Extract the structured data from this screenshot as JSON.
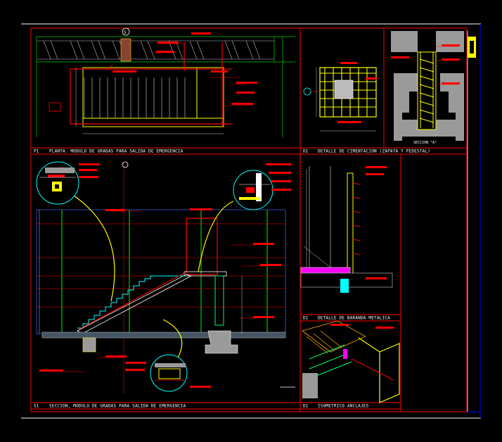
{
  "panels": {
    "p1": {
      "code": "P1",
      "title": "PLANTA. MODULO DE GRADAS PARA SALIDA DE EMERGENCIA"
    },
    "d1": {
      "code": "D1",
      "title": "DETALLE DE CIMENTACION (ZAPATA Y PEDESTAL)"
    },
    "s1": {
      "code": "S1",
      "title": "SECCION, MODULO DE GRADAS PARA SALIDA DE EMERGENCIA"
    },
    "d2": {
      "code": "D2",
      "title": "DETALLE DE BARANDA METALICA"
    },
    "d3": {
      "code": "D2",
      "title": "ISOMETRICO ANCLAJES"
    }
  },
  "section_label": "SECCION \"A\"",
  "axis_marker": "5",
  "colors": {
    "background": "#000000",
    "frame": "#ff0000",
    "member": "#ff0000",
    "grid": "#00cc00",
    "column": "#00ff66",
    "rebar": "#ffff00",
    "callout": "#00ffff",
    "concrete": "#9a9a9a",
    "steel": "#ff00ff",
    "dimension": "#ffffff",
    "marker": "#0000ff"
  }
}
